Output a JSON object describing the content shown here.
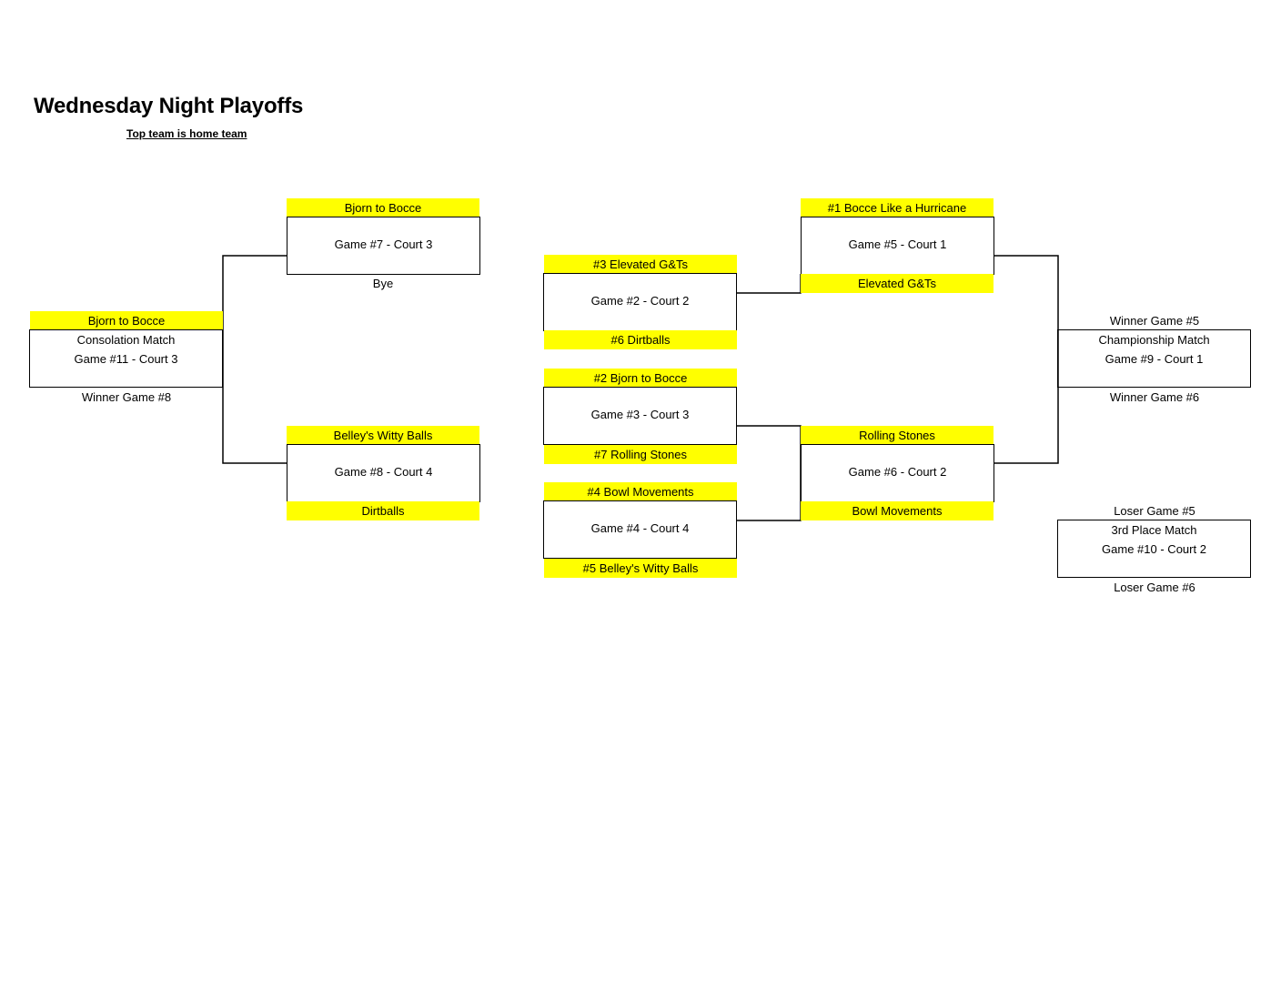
{
  "header": {
    "title": "Wednesday Night Playoffs",
    "subtitle": "Top team is home team"
  },
  "colors": {
    "highlight": "#ffff00",
    "line": "#000000"
  },
  "games": {
    "g7": {
      "top": "Bjorn to Bocce",
      "label": "Game #7 - Court 3",
      "bottom": "Bye"
    },
    "g11": {
      "top": "Bjorn to Bocce",
      "label1": "Consolation Match",
      "label2": "Game #11 - Court 3",
      "bottom": "Winner Game #8"
    },
    "g8": {
      "top": "Belley's Witty Balls",
      "label": "Game #8 - Court 4",
      "bottom": "Dirtballs"
    },
    "g2": {
      "top": "#3 Elevated G&Ts",
      "label": "Game #2 - Court 2",
      "bottom": "#6 Dirtballs"
    },
    "g3": {
      "top": "#2 Bjorn to Bocce",
      "label": "Game #3 - Court 3",
      "bottom": "#7 Rolling Stones"
    },
    "g4": {
      "top": "#4 Bowl Movements",
      "label": "Game #4 - Court 4",
      "bottom": "#5 Belley's Witty Balls"
    },
    "g5": {
      "top": "#1 Bocce Like a Hurricane",
      "label": "Game #5 - Court 1",
      "bottom": "Elevated G&Ts"
    },
    "g6": {
      "top": "Rolling Stones",
      "label": "Game #6 - Court 2",
      "bottom": "Bowl Movements"
    },
    "g9": {
      "top": "Winner Game #5",
      "label1": "Championship Match",
      "label2": "Game #9 - Court 1",
      "bottom": "Winner Game #6"
    },
    "g10": {
      "top": "Loser Game #5",
      "label1": "3rd Place Match",
      "label2": "Game #10 - Court 2",
      "bottom": "Loser Game #6"
    }
  }
}
